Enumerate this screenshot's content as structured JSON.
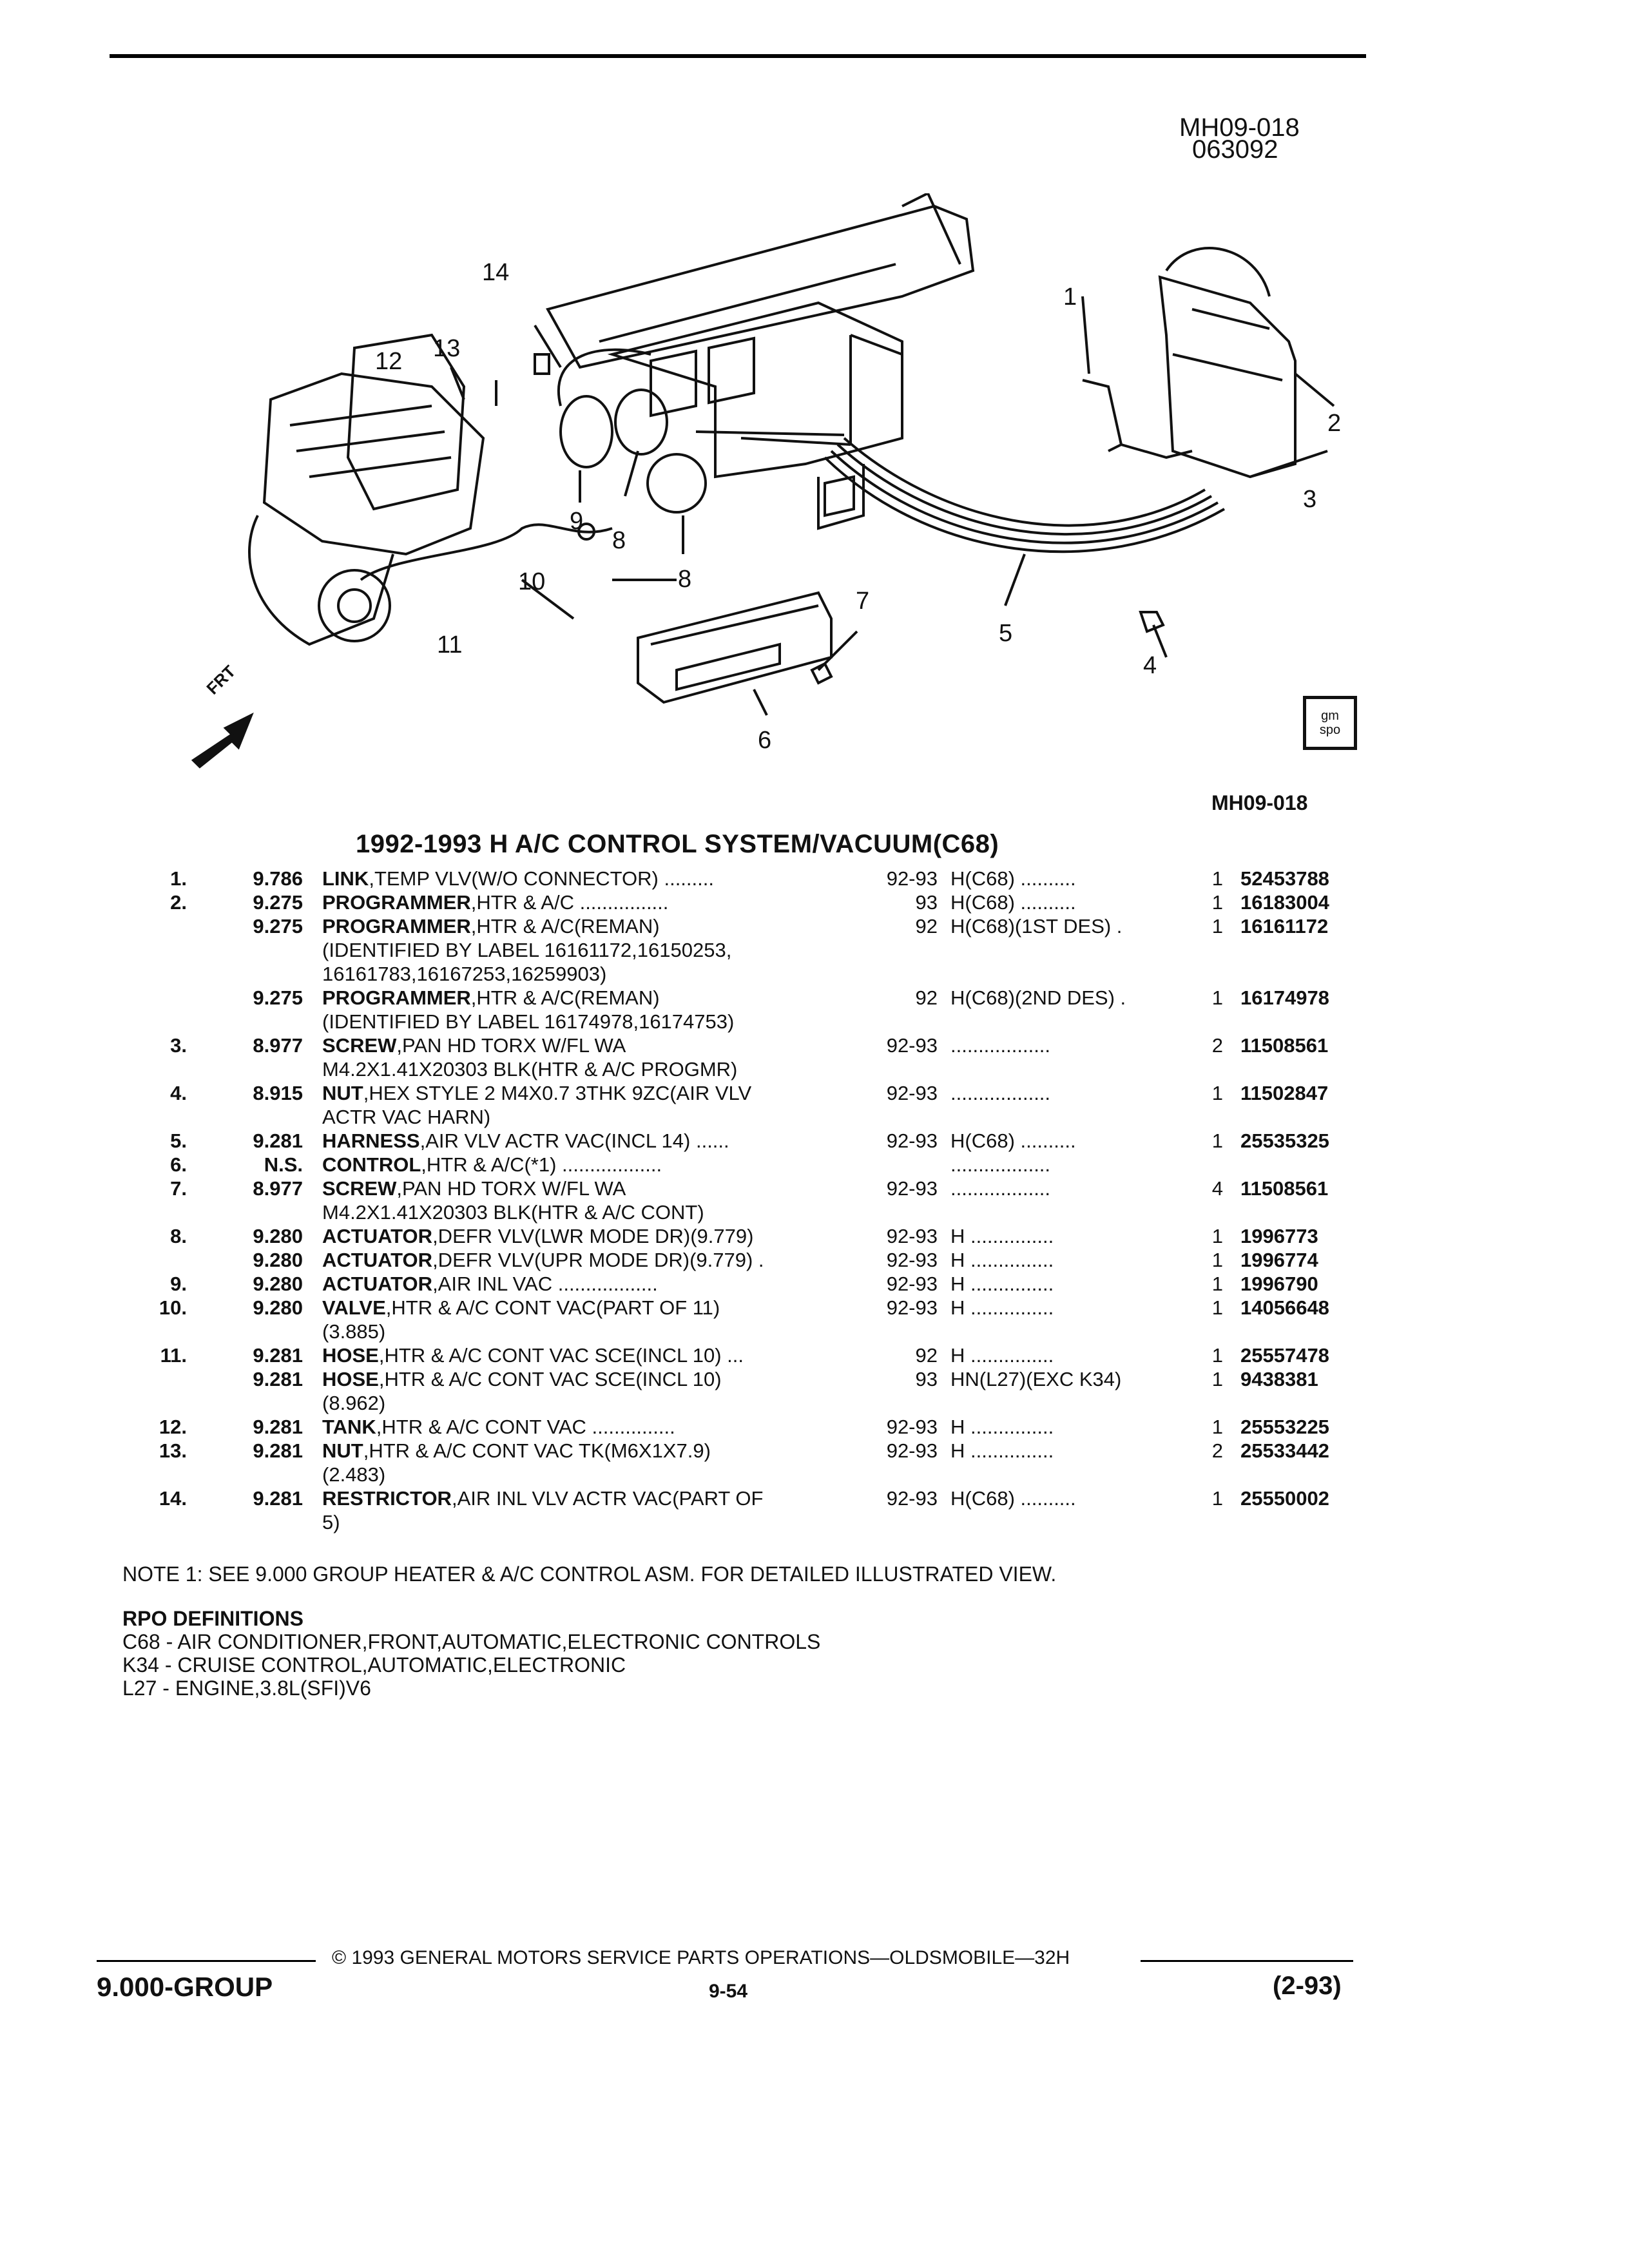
{
  "figure": {
    "id_line1": "MH09-018",
    "id_line2": "063092",
    "caption_id": "MH09-018",
    "logo_text_1": "gm",
    "logo_text_2": "spo",
    "callouts": [
      "14",
      "12",
      "13",
      "1",
      "2",
      "3",
      "9",
      "8",
      "8",
      "10",
      "11",
      "7",
      "5",
      "4",
      "6"
    ],
    "frt_label": "FRT"
  },
  "section_title": "1992-1993 H A/C CONTROL SYSTEM/VACUUM(C68)",
  "parts": [
    {
      "item": "1.",
      "group": "9.786",
      "name": "LINK",
      "desc": ",TEMP VLV(W/O CONNECTOR) .........",
      "years": "92-93",
      "model": "H(C68) ..........",
      "qty": "1",
      "pn": "52453788"
    },
    {
      "item": "2.",
      "group": "9.275",
      "name": "PROGRAMMER",
      "desc": ",HTR & A/C ................",
      "years": "93",
      "model": "H(C68) ..........",
      "qty": "1",
      "pn": "16183004"
    },
    {
      "item": "",
      "group": "9.275",
      "name": "PROGRAMMER",
      "desc": ",HTR & A/C(REMAN)",
      "years": "92",
      "model": "H(C68)(1ST DES) .",
      "qty": "1",
      "pn": "16161172"
    },
    {
      "item": "",
      "group": "",
      "name": "",
      "desc": "(IDENTIFIED BY LABEL 16161172,16150253,",
      "years": "",
      "model": "",
      "qty": "",
      "pn": ""
    },
    {
      "item": "",
      "group": "",
      "name": "",
      "desc": "16161783,16167253,16259903)",
      "years": "",
      "model": "",
      "qty": "",
      "pn": ""
    },
    {
      "item": "",
      "group": "9.275",
      "name": "PROGRAMMER",
      "desc": ",HTR & A/C(REMAN)",
      "years": "92",
      "model": "H(C68)(2ND DES) .",
      "qty": "1",
      "pn": "16174978"
    },
    {
      "item": "",
      "group": "",
      "name": "",
      "desc": "(IDENTIFIED BY LABEL 16174978,16174753)",
      "years": "",
      "model": "",
      "qty": "",
      "pn": ""
    },
    {
      "item": "3.",
      "group": "8.977",
      "name": "SCREW",
      "desc": ",PAN HD TORX W/FL WA",
      "years": "92-93",
      "model": "..................",
      "qty": "2",
      "pn": "11508561"
    },
    {
      "item": "",
      "group": "",
      "name": "",
      "desc": "M4.2X1.41X20303 BLK(HTR & A/C PROGMR)",
      "years": "",
      "model": "",
      "qty": "",
      "pn": ""
    },
    {
      "item": "4.",
      "group": "8.915",
      "name": "NUT",
      "desc": ",HEX STYLE 2 M4X0.7 3THK 9ZC(AIR VLV",
      "years": "92-93",
      "model": "..................",
      "qty": "1",
      "pn": "11502847"
    },
    {
      "item": "",
      "group": "",
      "name": "",
      "desc": "ACTR VAC HARN)",
      "years": "",
      "model": "",
      "qty": "",
      "pn": ""
    },
    {
      "item": "5.",
      "group": "9.281",
      "name": "HARNESS",
      "desc": ",AIR VLV ACTR VAC(INCL 14) ......",
      "years": "92-93",
      "model": "H(C68) ..........",
      "qty": "1",
      "pn": "25535325"
    },
    {
      "item": "6.",
      "group": "N.S.",
      "name": "CONTROL",
      "desc": ",HTR & A/C(*1) ..................",
      "years": "",
      "model": "..................",
      "qty": "",
      "pn": ""
    },
    {
      "item": "7.",
      "group": "8.977",
      "name": "SCREW",
      "desc": ",PAN HD TORX W/FL WA",
      "years": "92-93",
      "model": "..................",
      "qty": "4",
      "pn": "11508561"
    },
    {
      "item": "",
      "group": "",
      "name": "",
      "desc": "M4.2X1.41X20303 BLK(HTR & A/C CONT)",
      "years": "",
      "model": "",
      "qty": "",
      "pn": ""
    },
    {
      "item": "8.",
      "group": "9.280",
      "name": "ACTUATOR",
      "desc": ",DEFR VLV(LWR MODE DR)(9.779)",
      "years": "92-93",
      "model": "H ...............",
      "qty": "1",
      "pn": "1996773"
    },
    {
      "item": "",
      "group": "9.280",
      "name": "ACTUATOR",
      "desc": ",DEFR VLV(UPR MODE DR)(9.779) .",
      "years": "92-93",
      "model": "H ...............",
      "qty": "1",
      "pn": "1996774"
    },
    {
      "item": "9.",
      "group": "9.280",
      "name": "ACTUATOR",
      "desc": ",AIR INL VAC ..................",
      "years": "92-93",
      "model": "H ...............",
      "qty": "1",
      "pn": "1996790"
    },
    {
      "item": "10.",
      "group": "9.280",
      "name": "VALVE",
      "desc": ",HTR & A/C CONT VAC(PART OF 11)",
      "years": "92-93",
      "model": "H ...............",
      "qty": "1",
      "pn": "14056648"
    },
    {
      "item": "",
      "group": "",
      "name": "",
      "desc": "(3.885)",
      "years": "",
      "model": "",
      "qty": "",
      "pn": ""
    },
    {
      "item": "11.",
      "group": "9.281",
      "name": "HOSE",
      "desc": ",HTR & A/C CONT VAC SCE(INCL 10) ...",
      "years": "92",
      "model": "H ...............",
      "qty": "1",
      "pn": "25557478"
    },
    {
      "item": "",
      "group": "9.281",
      "name": "HOSE",
      "desc": ",HTR & A/C CONT VAC SCE(INCL 10)",
      "years": "93",
      "model": "HN(L27)(EXC K34)",
      "qty": "1",
      "pn": "9438381"
    },
    {
      "item": "",
      "group": "",
      "name": "",
      "desc": "(8.962)",
      "years": "",
      "model": "",
      "qty": "",
      "pn": ""
    },
    {
      "item": "12.",
      "group": "9.281",
      "name": "TANK",
      "desc": ",HTR & A/C CONT VAC ...............",
      "years": "92-93",
      "model": "H ...............",
      "qty": "1",
      "pn": "25553225"
    },
    {
      "item": "13.",
      "group": "9.281",
      "name": "NUT",
      "desc": ",HTR & A/C CONT VAC TK(M6X1X7.9)",
      "years": "92-93",
      "model": "H ...............",
      "qty": "2",
      "pn": "25533442"
    },
    {
      "item": "",
      "group": "",
      "name": "",
      "desc": "(2.483)",
      "years": "",
      "model": "",
      "qty": "",
      "pn": ""
    },
    {
      "item": "14.",
      "group": "9.281",
      "name": "RESTRICTOR",
      "desc": ",AIR INL VLV ACTR VAC(PART OF",
      "years": "92-93",
      "model": "H(C68) ..........",
      "qty": "1",
      "pn": "25550002"
    },
    {
      "item": "",
      "group": "",
      "name": "",
      "desc": "5)",
      "years": "",
      "model": "",
      "qty": "",
      "pn": ""
    }
  ],
  "note": "NOTE  1:  SEE 9.000 GROUP HEATER & A/C CONTROL ASM. FOR DETAILED ILLUSTRATED VIEW.",
  "rpo": {
    "heading": "RPO DEFINITIONS",
    "lines": [
      "C68 - AIR CONDITIONER,FRONT,AUTOMATIC,ELECTRONIC CONTROLS",
      "K34 - CRUISE CONTROL,AUTOMATIC,ELECTRONIC",
      "L27 - ENGINE,3.8L(SFI)V6"
    ]
  },
  "footer": {
    "copyright": "© 1993  GENERAL MOTORS SERVICE PARTS OPERATIONS—OLDSMOBILE—32H",
    "group": "9.000-GROUP",
    "page": "9-54",
    "date": "(2-93)"
  }
}
